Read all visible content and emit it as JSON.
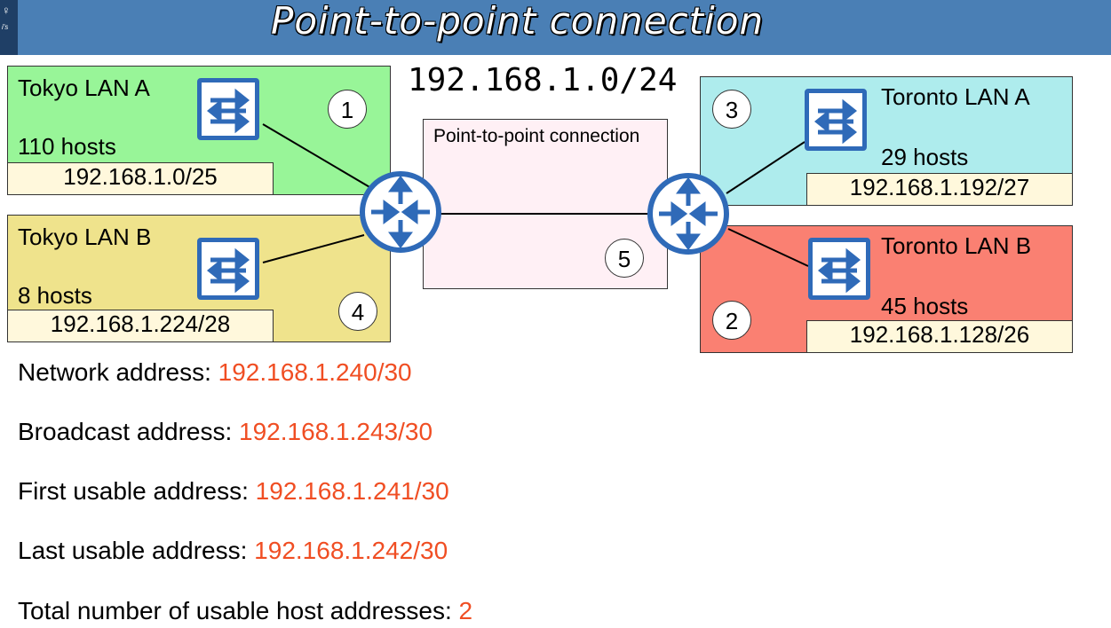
{
  "header": {
    "title": "Point-to-point connection",
    "logo_glyph": "♀",
    "logo_small": "i's"
  },
  "network": "192.168.1.0/24",
  "p2p_label": "Point-to-point connection",
  "lans": {
    "tokyo_a": {
      "name": "Tokyo LAN A",
      "hosts": "110 hosts",
      "subnet": "192.168.1.0/25",
      "color": "#98f598",
      "badge": "1"
    },
    "tokyo_b": {
      "name": "Tokyo LAN B",
      "hosts": "8 hosts",
      "subnet": "192.168.1.224/28",
      "color": "#efe38c",
      "badge": "4"
    },
    "toronto_a": {
      "name": "Toronto LAN A",
      "hosts": "29 hosts",
      "subnet": "192.168.1.192/27",
      "color": "#aeeced",
      "badge": "3"
    },
    "toronto_b": {
      "name": "Toronto LAN B",
      "hosts": "45 hosts",
      "subnet": "192.168.1.128/26",
      "color": "#fa8072",
      "badge": "2"
    }
  },
  "p2p_badge": "5",
  "p2p_color": "#fff0f5",
  "accent_color": "#f04e23",
  "device_color": "#2f6ab8",
  "icons": {
    "switch": "switch-icon",
    "router": "router-icon"
  },
  "info": {
    "network": {
      "label": "Network address: ",
      "value": "192.168.1.240/30"
    },
    "broadcast": {
      "label": "Broadcast address: ",
      "value": "192.168.1.243/30"
    },
    "first": {
      "label": "First usable address: ",
      "value": "192.168.1.241/30"
    },
    "last": {
      "label": "Last usable address: ",
      "value": "192.168.1.242/30"
    },
    "total": {
      "label": "Total number of usable host addresses: ",
      "value": "2"
    }
  }
}
